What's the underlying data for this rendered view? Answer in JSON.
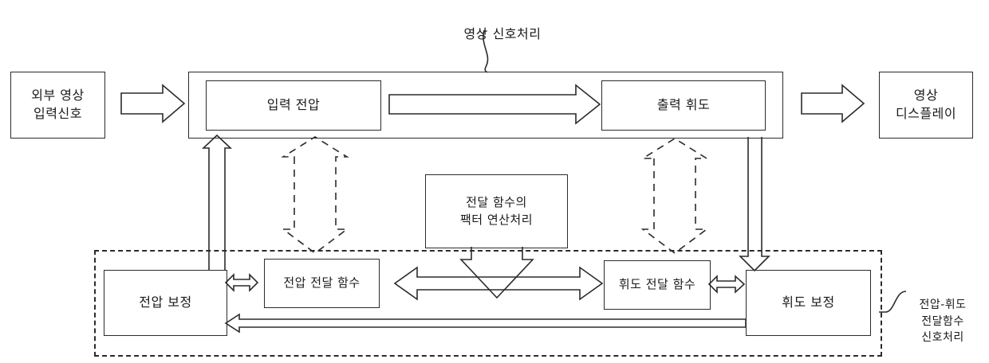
{
  "diagram": {
    "title_label": "영상 신호처리",
    "group_label": "전압-휘도\n전달함수\n신호처리",
    "nodes": {
      "external_input": "외부 영상\n입력신호",
      "input_voltage": "입력 전압",
      "output_luminance": "출력 휘도",
      "display": "영상\n디스플레이",
      "factor_calc": "전달 함수의\n팩터 연산처리",
      "voltage_correction": "전압 보정",
      "voltage_transfer_function": "전압 전달 함수",
      "luminance_transfer_function": "휘도 전달 함수",
      "luminance_correction": "휘도 보정"
    },
    "colors": {
      "stroke": "#2b2b2b",
      "text": "#1a1a1a",
      "background": "#ffffff"
    }
  }
}
